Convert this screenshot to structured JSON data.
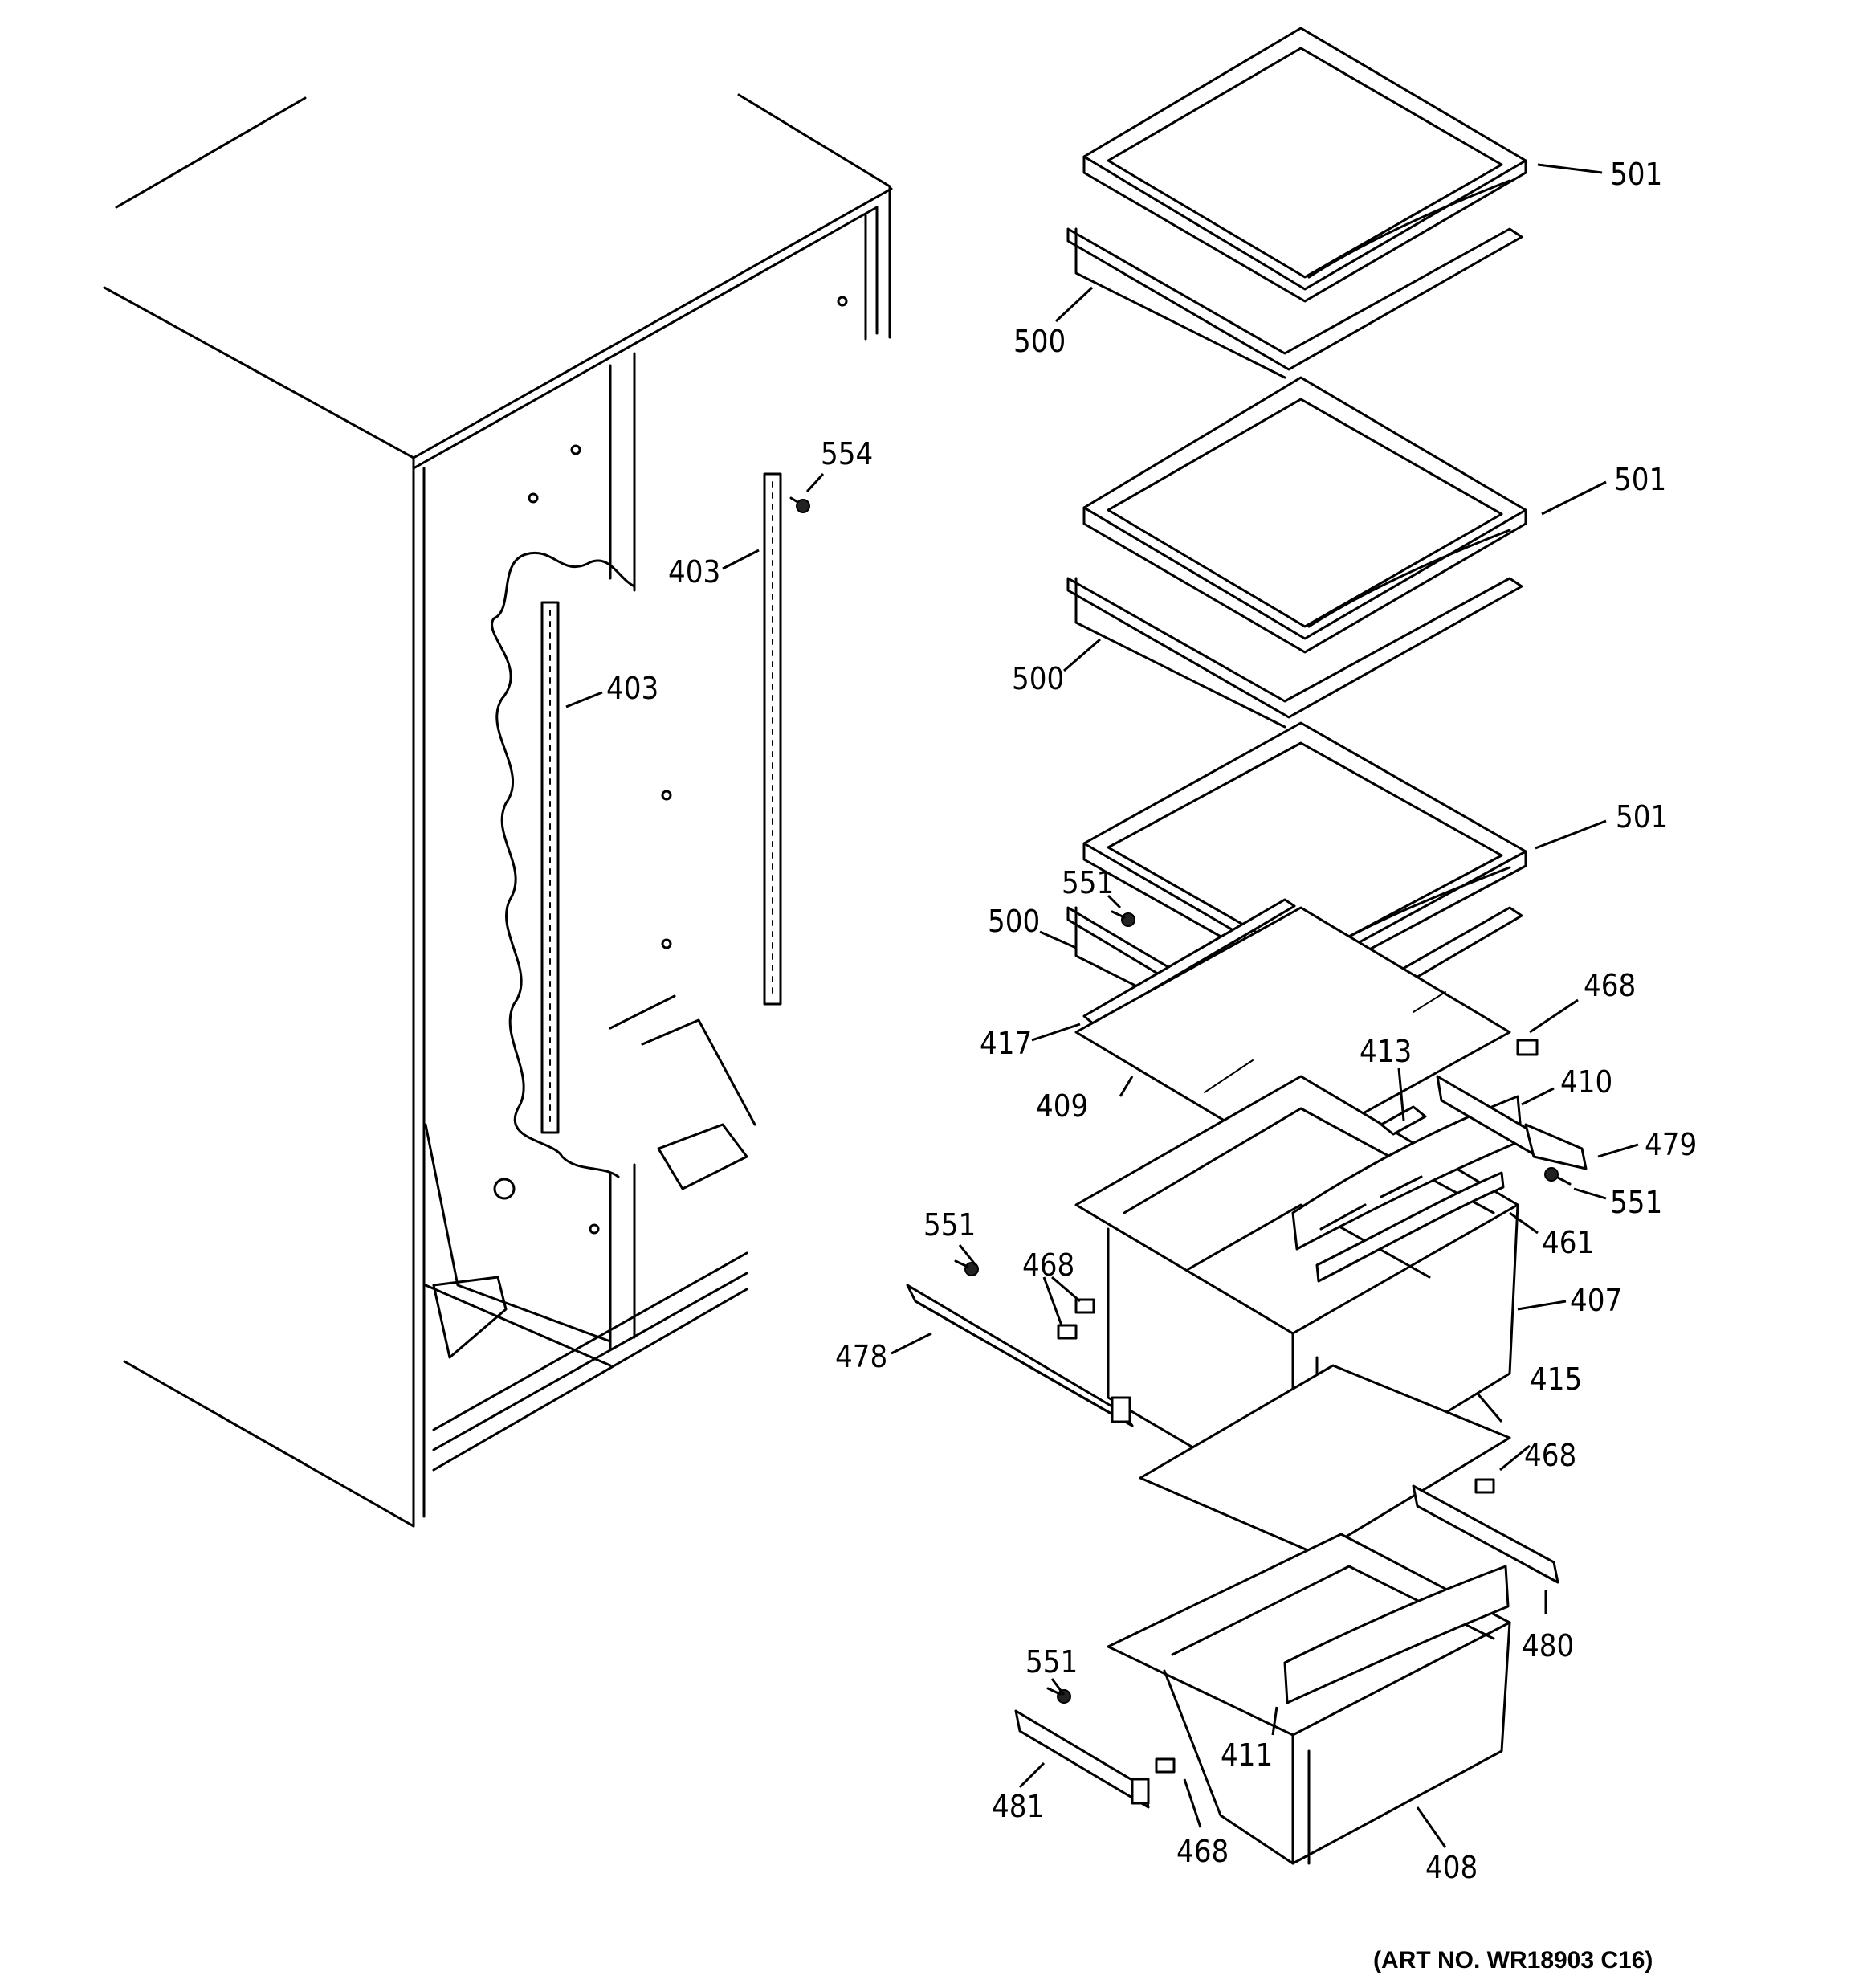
{
  "callouts": {
    "c501a": "501",
    "c500a": "500",
    "c501b": "501",
    "c500b": "500",
    "c554": "554",
    "c403a": "403",
    "c403b": "403",
    "c501c": "501",
    "c551a": "551",
    "c500c": "500",
    "c468a": "468",
    "c417": "417",
    "c413": "413",
    "c409": "409",
    "c410": "410",
    "c479": "479",
    "c551b": "551",
    "c461": "461",
    "c551c": "551",
    "c468b": "468",
    "c407": "407",
    "c478": "478",
    "c415": "415",
    "c468c": "468",
    "c480": "480",
    "c551d": "551",
    "c411": "411",
    "c481": "481",
    "c468d": "468",
    "c408": "408"
  },
  "art_number": "(ART NO. WR18903 C16)"
}
